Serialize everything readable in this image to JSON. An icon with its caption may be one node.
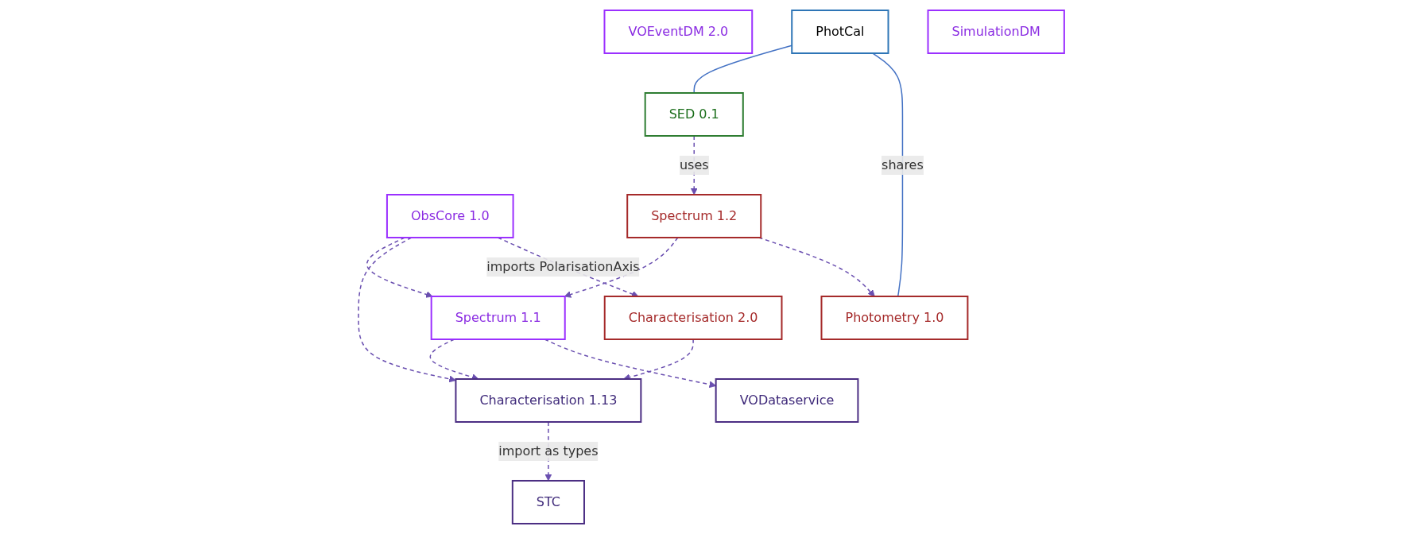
{
  "diagram": {
    "nodes": [
      {
        "text": [
          "SED 0.1"
        ]
      },
      {
        "text": [
          "ObsCore 1.0"
        ]
      },
      {
        "text": [
          "VOEventDM 2.0"
        ]
      },
      {
        "text": [
          "PhotCal"
        ]
      },
      {
        "text": [
          "Spectrum 1.2"
        ]
      },
      {
        "text": [
          "Spectrum 1.1"
        ]
      },
      {
        "text": [
          "SimulationDM"
        ]
      },
      {
        "text": [
          "Photometry 1.0"
        ]
      },
      {
        "text": [
          "Characterisation 1.13"
        ]
      },
      {
        "text": [
          "Characterisation 2.0"
        ]
      },
      {
        "text": [
          "VODataservice"
        ]
      },
      {
        "text": [
          "STC"
        ]
      }
    ],
    "edges": [
      {
        "from": 3,
        "to": 0,
        "arrow": "none",
        "color": "#4472c4"
      },
      {
        "from": 3,
        "to": 7,
        "arrow": "none",
        "label": "shares",
        "color": "#4472c4"
      },
      {
        "from": 0,
        "to": 4,
        "arrow": "to",
        "label": "uses",
        "style": "dashed"
      },
      {
        "from": 1,
        "to": 5,
        "arrow": "to",
        "style": "dashed"
      },
      {
        "from": 1,
        "to": 8,
        "arrow": "to",
        "style": "dashed"
      },
      {
        "from": 1,
        "to": 9,
        "arrow": "to",
        "label": "imports PolarisationAxis",
        "style": "dashed"
      },
      {
        "from": 4,
        "to": 5,
        "arrow": "to",
        "style": "dashed"
      },
      {
        "from": 4,
        "to": 7,
        "arrow": "to",
        "style": "dashed"
      },
      {
        "from": 5,
        "to": 8,
        "arrow": "to",
        "style": "dashed"
      },
      {
        "from": 5,
        "to": 10,
        "arrow": "to",
        "style": "dashed"
      },
      {
        "from": 9,
        "to": 8,
        "arrow": "to",
        "style": "dashed"
      },
      {
        "from": 8,
        "to": 11,
        "arrow": "to",
        "label": "import as types",
        "style": "dashed"
      }
    ]
  }
}
